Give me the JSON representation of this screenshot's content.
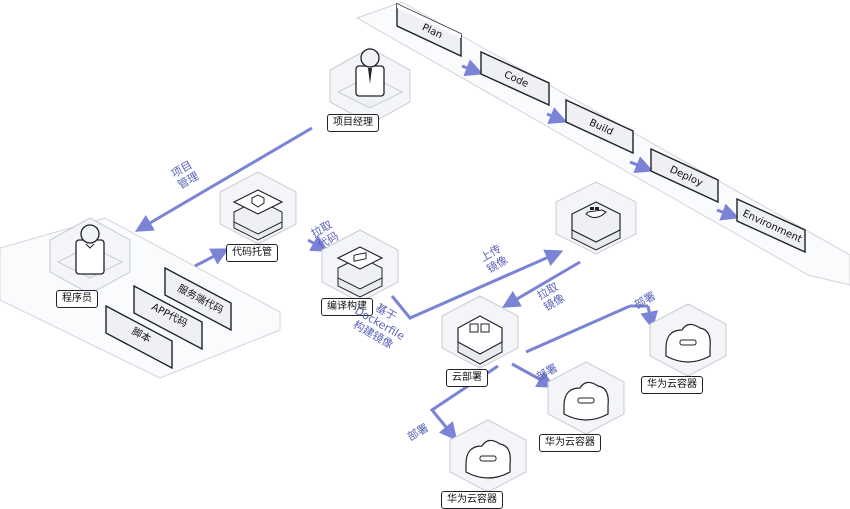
{
  "pipeline": [
    "Plan",
    "Code",
    "Build",
    "Deploy",
    "Environment"
  ],
  "nodes": {
    "project_manager": "项目经理",
    "programmer": "程序员",
    "code_hosting": "代码托管",
    "compile_build": "编译构建",
    "cloud_deploy": "云部署",
    "huawei_container_1": "华为云容器",
    "huawei_container_2": "华为云容器",
    "huawei_container_3": "华为云容器"
  },
  "code_types": [
    "服务端代码",
    "APP代码",
    "脚本"
  ],
  "flows": {
    "project_mgmt": [
      "项目",
      "管理"
    ],
    "pull_code": [
      "拉取",
      "代码"
    ],
    "dockerfile_build": [
      "基于",
      "Dockerfile",
      "构建镜像"
    ],
    "upload_image": [
      "上传",
      "镜像"
    ],
    "pull_image": [
      "拉取",
      "镜像"
    ],
    "deploy_1": "部署",
    "deploy_2": "部署",
    "deploy_3": "部署"
  },
  "colors": {
    "arrow": "#7b83d6",
    "outline": "#1f2229",
    "panel_border": "#c8cad4"
  }
}
